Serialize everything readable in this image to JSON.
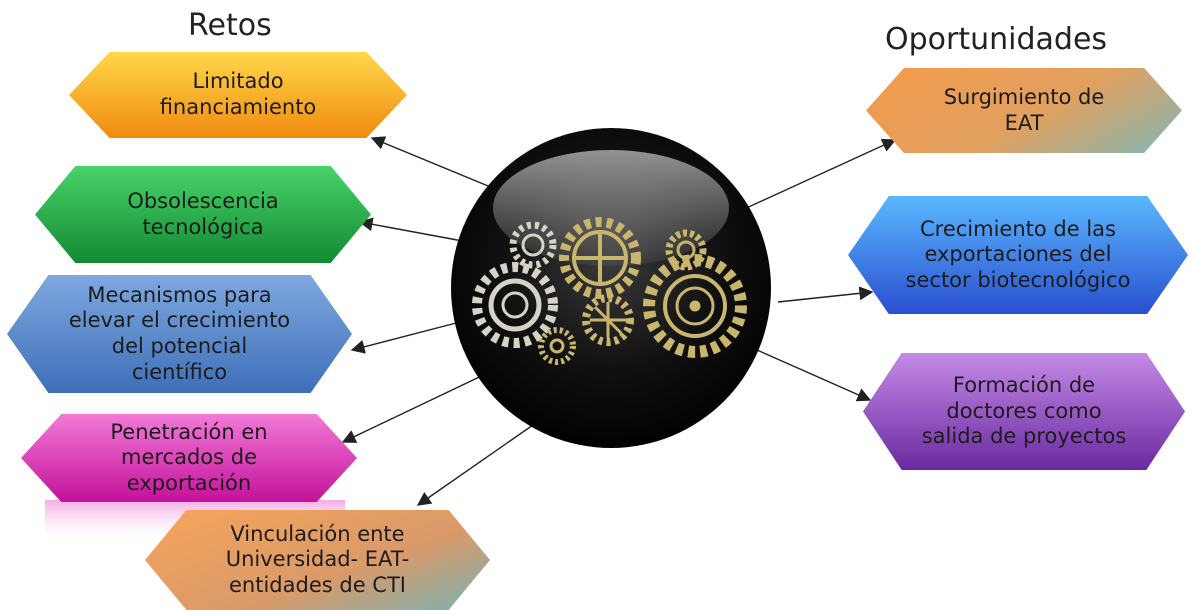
{
  "headings": {
    "left": "Retos",
    "right": "Oportunidades"
  },
  "retos": [
    {
      "text": "Limitado\nfinanciamiento",
      "color_a": "#ffd84a",
      "color_b": "#f08a10"
    },
    {
      "text": "Obsolescencia\ntecnológica",
      "color_a": "#49d36a",
      "color_b": "#128a32"
    },
    {
      "text": "Mecanismos para\nelevar el crecimiento\ndel potencial\ncientífico",
      "color_a": "#7fa8e0",
      "color_b": "#3d6fb8"
    },
    {
      "text": "Penetración en\nmercados de\nexportación",
      "color_a": "#f27ad8",
      "color_b": "#c4119a"
    },
    {
      "text": "Vinculación ente\nUniversidad- EAT-\nentidades de CTI",
      "color_a": "#f7a45a",
      "color_b": "#79b3b3"
    }
  ],
  "oportunidades": [
    {
      "text": "Surgimiento de\nEAT",
      "color_a": "#f59a4a",
      "color_b": "#7fb8b8"
    },
    {
      "text": "Crecimiento de las\nexportaciones del\nsector biotecnológico",
      "color_a": "#5ab8ff",
      "color_b": "#2a4fd0"
    },
    {
      "text": "Formación de\ndoctores como\nsalida de proyectos",
      "color_a": "#c58ae6",
      "color_b": "#6a2aa0"
    }
  ],
  "center": {
    "icon": "gears-icon"
  }
}
